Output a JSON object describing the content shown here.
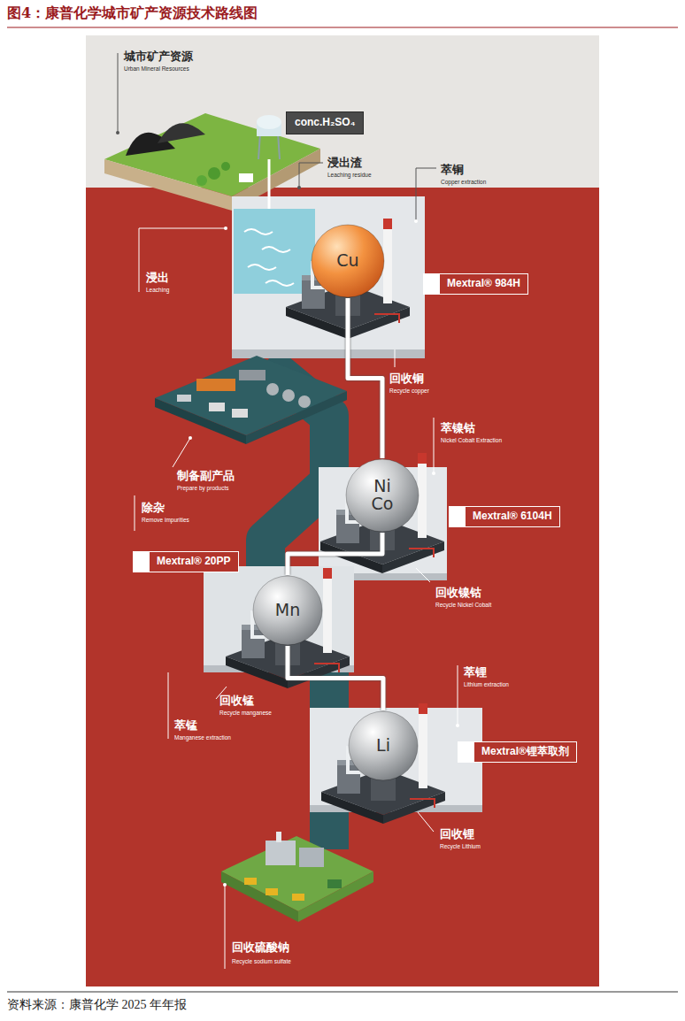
{
  "diagram": {
    "title": "图4：康普化学城市矿产资源技术路线图",
    "caption": "资料来源：康普化学 2025 年年报",
    "nodes": [
      {
        "text": [
          "conc.H₂SO₄"
        ]
      },
      {
        "text": [
          "Cu"
        ]
      },
      {
        "text": [
          "Mextral® 984H"
        ]
      },
      {
        "text": [
          "Ni",
          "Co"
        ]
      },
      {
        "text": [
          "Mextral® 6104H"
        ]
      },
      {
        "text": [
          "Mextral® 20PP"
        ]
      },
      {
        "text": [
          "Mn"
        ]
      },
      {
        "text": [
          "Mextral®锂萃取剂"
        ]
      },
      {
        "text": [
          "Li"
        ]
      }
    ],
    "edges": [
      {
        "from": 1,
        "to": 3,
        "arrow": "none"
      },
      {
        "from": 3,
        "to": 6,
        "arrow": "none"
      },
      {
        "from": 6,
        "to": 8,
        "arrow": "none"
      }
    ],
    "labels": [
      "城市矿产资源",
      "Urban Mineral Resources",
      "浸出渣",
      "Leaching residue",
      "萃铜",
      "Copper extraction",
      "浸出",
      "Leaching",
      "回收铜",
      "Recycle copper",
      "萃镍钴",
      "Nickel Cobalt Extraction",
      "制备副产品",
      "Prepare by products",
      "除杂",
      "Remove impurities",
      "回收镍钴",
      "Recycle Nickel Cobalt",
      "回收锰",
      "Recycle manganese",
      "萃锰",
      "Manganese extraction",
      "萃锂",
      "Lithium extraction",
      "回收锂",
      "Recycle Lithium",
      "回收硫酸钠",
      "Recycle sodium sulfate"
    ]
  }
}
